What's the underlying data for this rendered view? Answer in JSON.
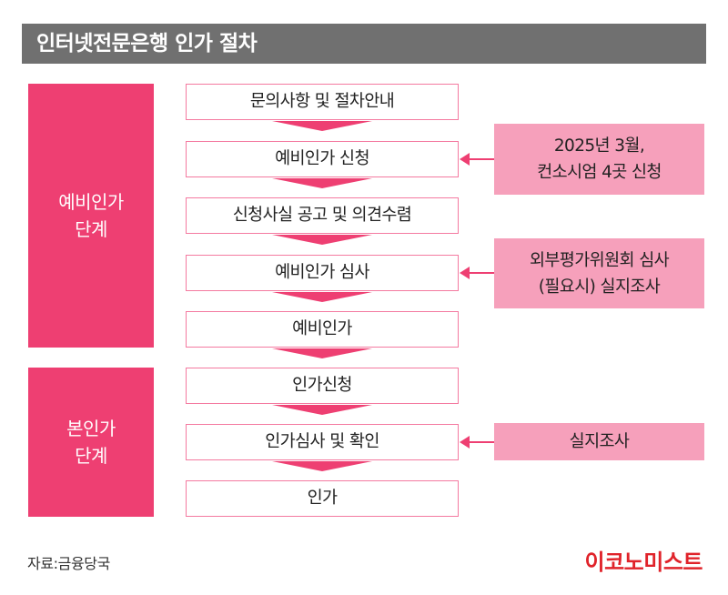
{
  "title": "인터넷전문은행 인가 절차",
  "stages": [
    {
      "lines": [
        "예비인가",
        "단계"
      ]
    },
    {
      "lines": [
        "본인가",
        "단계"
      ]
    }
  ],
  "steps": [
    "문의사항 및 절차안내",
    "예비인가 신청",
    "신청사실 공고 및 의견수렴",
    "예비인가 심사",
    "예비인가",
    "인가신청",
    "인가심사 및 확인",
    "인가"
  ],
  "notes": [
    {
      "lines": [
        "2025년 3월,",
        "컨소시엄 4곳 신청"
      ]
    },
    {
      "lines": [
        "외부평가위원회 심사",
        "(필요시) 실지조사"
      ]
    },
    {
      "lines": [
        "실지조사"
      ]
    }
  ],
  "source": "자료:금융당국",
  "logo": "이코노미스트",
  "colors": {
    "stage": "#ee3f72",
    "note": "#f6a0bb",
    "arrow": "#ee3f72",
    "step_border": "#f47aa0",
    "title_bg": "#707070",
    "logo": "#e0232a"
  }
}
